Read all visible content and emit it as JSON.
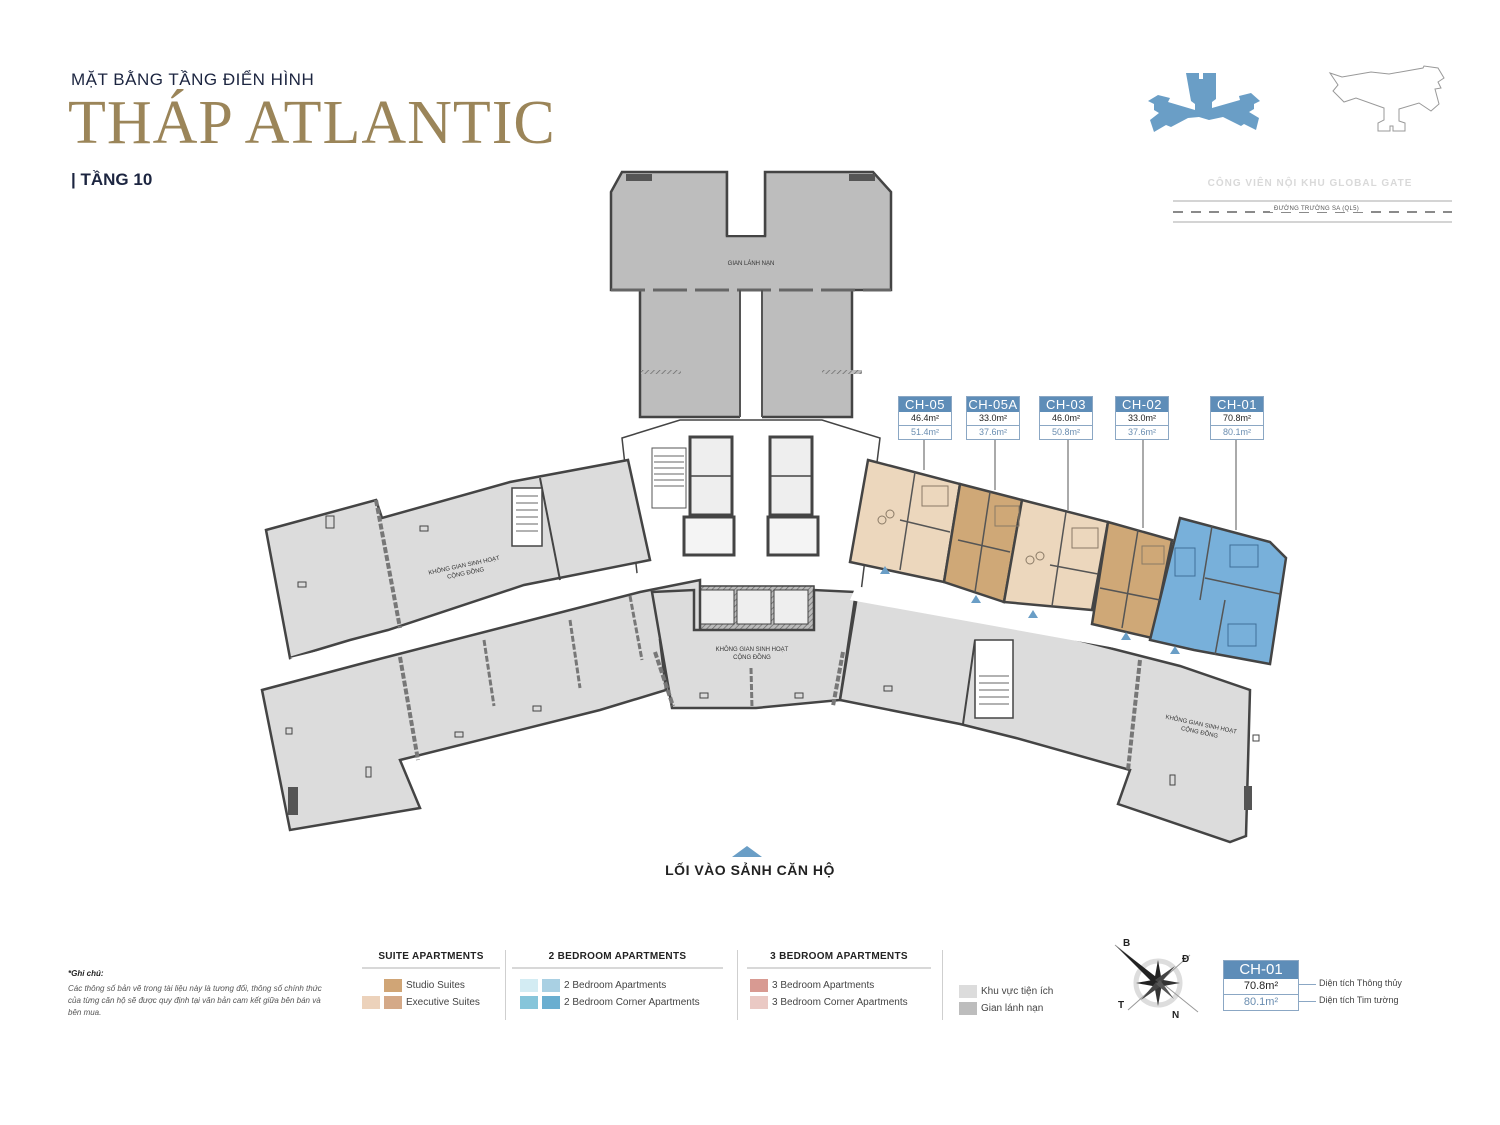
{
  "header": {
    "subtitle": "MẶT BẰNG TẦNG ĐIỂN HÌNH",
    "title": "THÁP ATLANTIC",
    "floor": "| TẦNG 10"
  },
  "site": {
    "park_label": "CÔNG VIÊN NỘI KHU GLOBAL GATE",
    "road_label": "ĐƯỜNG TRƯỜNG SA (QL5)",
    "highlight_color": "#6a9ec6"
  },
  "plan_labels": {
    "refuge_area": "GIAN LÁNH NẠN",
    "community_left_line1": "KHÔNG GIAN SINH HOẠT",
    "community_left_line2": "CỘNG ĐỒNG",
    "community_center_line1": "KHÔNG GIAN SINH HOẠT",
    "community_center_line2": "CỘNG ĐỒNG",
    "community_right_line1": "KHÔNG GIAN SINH HOẠT",
    "community_right_line2": "CỘNG ĐỒNG"
  },
  "units": [
    {
      "code": "CH-05",
      "net_area": "46.4m²",
      "gross_area": "51.4m²",
      "type": "Executive Suites",
      "color": "#ecd7bd"
    },
    {
      "code": "CH-05A",
      "net_area": "33.0m²",
      "gross_area": "37.6m²",
      "type": "Studio Suites",
      "color": "#cfa877"
    },
    {
      "code": "CH-03",
      "net_area": "46.0m²",
      "gross_area": "50.8m²",
      "type": "Executive Suites",
      "color": "#ecd7bd"
    },
    {
      "code": "CH-02",
      "net_area": "33.0m²",
      "gross_area": "37.6m²",
      "type": "Studio Suites",
      "color": "#cfa877"
    },
    {
      "code": "CH-01",
      "net_area": "70.8m²",
      "gross_area": "80.1m²",
      "type": "2 Bedroom Corner Apartments",
      "color": "#78b0da"
    }
  ],
  "entrance": {
    "label": "LỐI VÀO SẢNH CĂN HỘ",
    "arrow_color": "#6a9ec6"
  },
  "note": {
    "title": "*Ghi chú:",
    "body": "Các thông số bản vẽ trong tài liệu này là tương đối, thông số chính thức của từng căn hộ sẽ được quy định tại văn bản cam kết giữa bên bán và bên mua."
  },
  "legend": {
    "suite": {
      "heading": "SUITE APARTMENTS",
      "items": [
        {
          "label": "Studio Suites",
          "colors": [
            "#d0a576"
          ]
        },
        {
          "label": "Executive Suites",
          "colors": [
            "#ecd2bb",
            "#d4a988"
          ]
        }
      ]
    },
    "two_bed": {
      "heading": "2 BEDROOM APARTMENTS",
      "items": [
        {
          "label": "2 Bedroom Apartments",
          "colors": [
            "#d3ecf3",
            "#a9d0e3"
          ]
        },
        {
          "label": "2 Bedroom Corner Apartments",
          "colors": [
            "#86c5da",
            "#6aaed0"
          ]
        }
      ]
    },
    "three_bed": {
      "heading": "3 BEDROOM APARTMENTS",
      "items": [
        {
          "label": "3 Bedroom Apartments",
          "colors": [
            "#d89a92"
          ]
        },
        {
          "label": "3 Bedroom Corner Apartments",
          "colors": [
            "#eac9c4"
          ]
        }
      ]
    },
    "other": {
      "items": [
        {
          "label": "Khu vực tiện ích",
          "colors": [
            "#dcdcdc"
          ]
        },
        {
          "label": "Gian lánh nạn",
          "colors": [
            "#bdbdbd"
          ]
        }
      ]
    }
  },
  "compass": {
    "north": "B",
    "east": "Đ",
    "west": "T",
    "south": "N"
  },
  "area_key": {
    "code": "CH-01",
    "net_area": "70.8m²",
    "gross_area": "80.1m²",
    "net_label": "Diện tích Thông thủy",
    "gross_label": "Diện tích Tim tường"
  },
  "colors": {
    "title_gold": "#9b8559",
    "navy": "#1c2540",
    "utility_gray": "#dcdcdc",
    "refuge_gray": "#bdbdbd",
    "wall": "#4a4a4a",
    "tag_blue": "#5e8db8"
  }
}
